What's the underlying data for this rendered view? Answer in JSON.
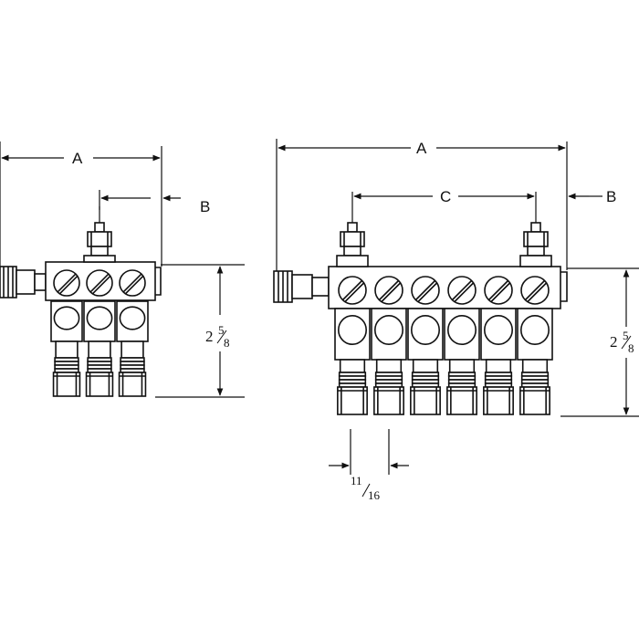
{
  "left_assembly": {
    "outlet_count": 3,
    "dim_a": "A",
    "dim_b": "B",
    "height_whole": "2",
    "height_num": "5",
    "height_den": "8"
  },
  "right_assembly": {
    "outlet_count": 6,
    "dim_a": "A",
    "dim_b": "B",
    "dim_c": "C",
    "height_whole": "2",
    "height_num": "5",
    "height_den": "8",
    "pitch_num": "11",
    "pitch_den": "16"
  },
  "colors": {
    "line": "#111111",
    "background": "#ffffff"
  }
}
